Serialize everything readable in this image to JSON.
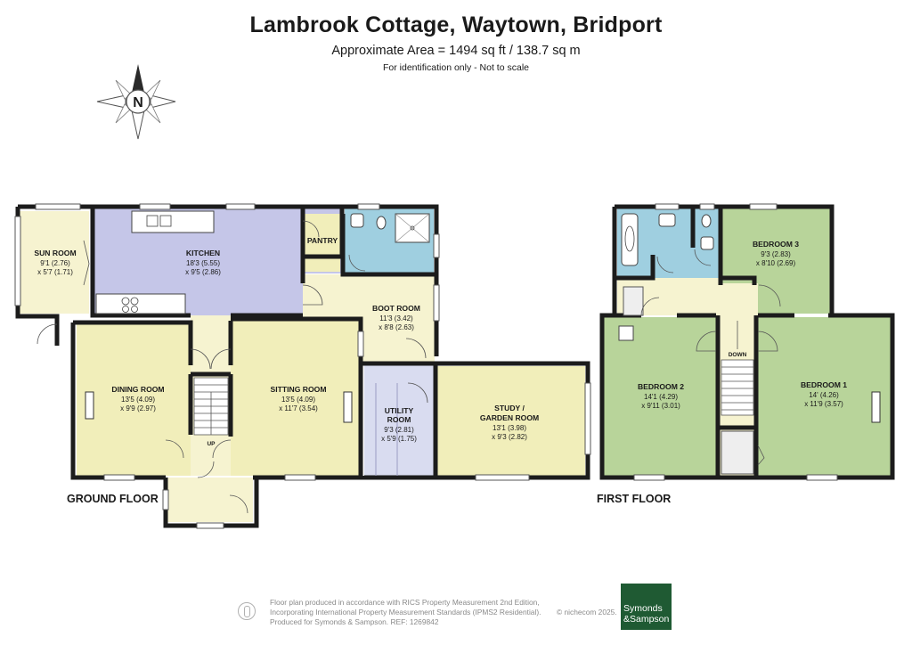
{
  "header": {
    "title": "Lambrook Cottage, Waytown, Bridport",
    "area": "Approximate Area = 1494 sq ft / 138.7 sq m",
    "note": "For identification only - Not to scale"
  },
  "compass": {
    "label": "N"
  },
  "floors": {
    "ground": "GROUND FLOOR",
    "first": "FIRST FLOOR"
  },
  "ground_rooms": {
    "sun_room": {
      "name": "SUN ROOM",
      "dims": "9'1 (2.76)",
      "dims2": "x 5'7 (1.71)"
    },
    "kitchen": {
      "name": "KITCHEN",
      "dims": "18'3 (5.55)",
      "dims2": "x 9'5 (2.86)"
    },
    "pantry": {
      "name": "PANTRY"
    },
    "boot_room": {
      "name": "BOOT ROOM",
      "dims": "11'3 (3.42)",
      "dims2": "x 8'8 (2.63)"
    },
    "dining_room": {
      "name": "DINING ROOM",
      "dims": "13'5 (4.09)",
      "dims2": "x 9'9 (2.97)"
    },
    "sitting_room": {
      "name": "SITTING ROOM",
      "dims": "13'5 (4.09)",
      "dims2": "x 11'7 (3.54)"
    },
    "utility_room": {
      "name": "UTILITY",
      "name2": "ROOM",
      "dims": "9'3 (2.81)",
      "dims2": "x 5'9 (1.75)"
    },
    "study": {
      "name": "STUDY /",
      "name2": "GARDEN ROOM",
      "dims": "13'1 (3.98)",
      "dims2": "x 9'3 (2.82)"
    },
    "stairs": "UP"
  },
  "first_rooms": {
    "bedroom_3": {
      "name": "BEDROOM 3",
      "dims": "9'3 (2.83)",
      "dims2": "x 8'10 (2.69)"
    },
    "bedroom_2": {
      "name": "BEDROOM 2",
      "dims": "14'1 (4.29)",
      "dims2": "x 9'11 (3.01)"
    },
    "bedroom_1": {
      "name": "BEDROOM 1",
      "dims": "14' (4.26)",
      "dims2": "x 11'9 (3.57)"
    },
    "stairs": "DOWN"
  },
  "footer": {
    "line1": "Floor plan produced in accordance with RICS Property Measurement 2nd Edition,",
    "line2": "Incorporating International Property Measurement Standards (IPMS2 Residential).",
    "line3": "Produced for Symonds & Sampson.   REF:  1269842",
    "copyright": "© nichecom 2025.",
    "logo_line1": "Symonds",
    "logo_line2": "&Sampson"
  },
  "colors": {
    "kitchen": "#c5c6e8",
    "bathroom": "#9fcfe0",
    "hall": "#f6f3d0",
    "living": "#f1eeba",
    "utility": "#d9dcf0",
    "bedroom": "#b8d49a",
    "wall": "#1c1c1c",
    "brand": "#1f5a33"
  }
}
